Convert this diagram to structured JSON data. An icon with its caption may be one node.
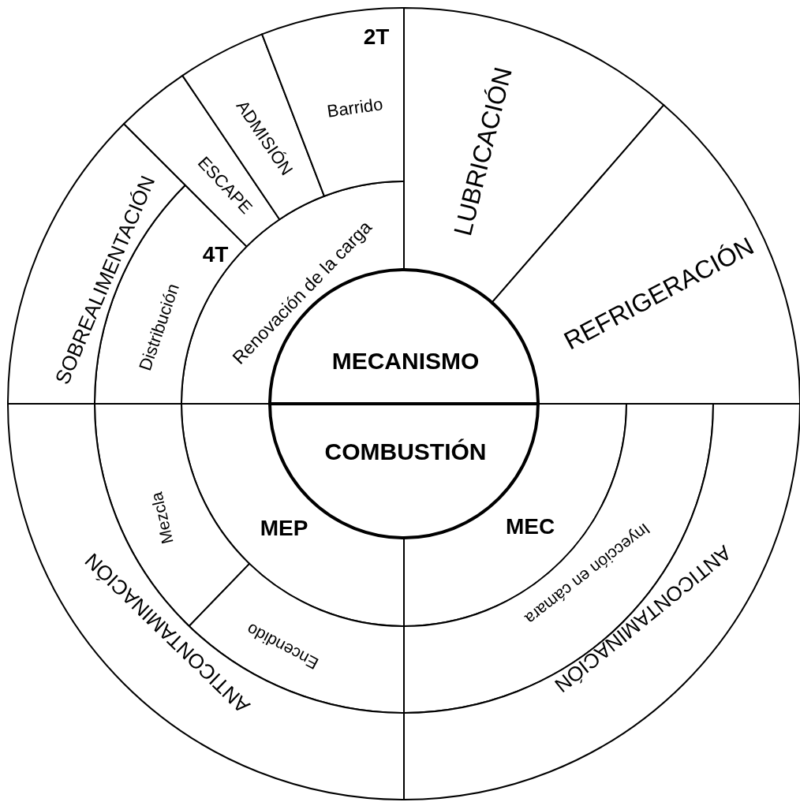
{
  "diagram": {
    "nodes": [
      {
        "text": [
          "MECANISMO"
        ]
      },
      {
        "text": [
          "COMBUSTIÓN"
        ]
      },
      {
        "text": [
          "Renovación de la carga"
        ]
      },
      {
        "text": [
          "Distribución"
        ]
      },
      {
        "text": [
          "SOBREALIMENTACIÓN"
        ]
      },
      {
        "text": [
          "ESCAPE"
        ]
      },
      {
        "text": [
          "ADMISIÓN"
        ]
      },
      {
        "text": [
          "Barrido"
        ]
      },
      {
        "text": [
          "LUBRICACIÓN"
        ]
      },
      {
        "text": [
          "REFRIGERACIÓN"
        ]
      },
      {
        "text": [
          "MEP"
        ]
      },
      {
        "text": [
          "MEC"
        ]
      },
      {
        "text": [
          "Mezcla"
        ]
      },
      {
        "text": [
          "Encendido"
        ]
      },
      {
        "text": [
          "Inyección en cámara"
        ]
      },
      {
        "text": [
          "ANTICONTAMINACIÓN"
        ]
      },
      {
        "text": [
          "ANTICONTAMINACIÓN"
        ]
      }
    ],
    "labels": [
      "2T",
      "4T"
    ]
  }
}
